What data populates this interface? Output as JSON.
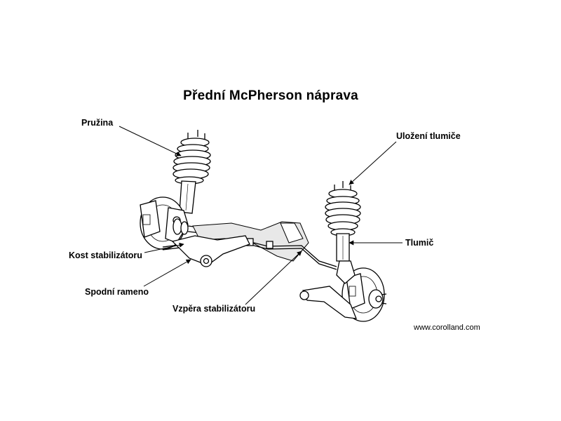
{
  "diagram": {
    "title": "Přední McPherson náprava",
    "labels": {
      "spring": "Pružina",
      "strut_mount": "Uložení tlumiče",
      "shock_absorber": "Tlumič",
      "stabilizer_link": "Kost stabilizátoru",
      "lower_arm": "Spodní rameno",
      "stabilizer_bar": "Vzpěra stabilizátoru"
    },
    "credit": "www.corolland.com"
  },
  "colors": {
    "line": "#000000",
    "background": "#ffffff",
    "shade": "#dddddd"
  }
}
